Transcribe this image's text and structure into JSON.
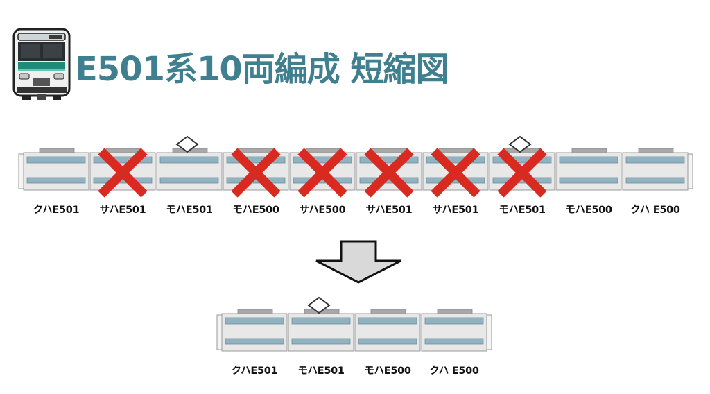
{
  "title": "E501系10両編成 短縮図",
  "icons": {
    "train": "train-front-icon",
    "pantograph": "pantograph-diamond-icon",
    "removed": "red-x-mark-icon",
    "arrow": "down-arrow-icon"
  },
  "colors": {
    "title": "#3f7f8f",
    "window_band": "#8fb3c0",
    "car_body": "#e8e8e8",
    "removed_mark": "#d82a20",
    "arrow_fill": "#d9d9d9"
  },
  "full_formation": {
    "cars": [
      {
        "label": "クハE501",
        "pantograph": false,
        "removed": false
      },
      {
        "label": "サハE501",
        "pantograph": false,
        "removed": true
      },
      {
        "label": "モハE501",
        "pantograph": true,
        "removed": false
      },
      {
        "label": "モハE500",
        "pantograph": false,
        "removed": true
      },
      {
        "label": "サハE500",
        "pantograph": false,
        "removed": true
      },
      {
        "label": "サハE501",
        "pantograph": false,
        "removed": true
      },
      {
        "label": "サハE501",
        "pantograph": false,
        "removed": true
      },
      {
        "label": "モハE501",
        "pantograph": true,
        "removed": true
      },
      {
        "label": "モハE500",
        "pantograph": false,
        "removed": false
      },
      {
        "label": "クハ E500",
        "pantograph": false,
        "removed": false
      }
    ]
  },
  "short_formation": {
    "cars": [
      {
        "label": "クハE501",
        "pantograph": false
      },
      {
        "label": "モハE501",
        "pantograph": true
      },
      {
        "label": "モハE500",
        "pantograph": false
      },
      {
        "label": "クハ E500",
        "pantograph": false
      }
    ]
  }
}
